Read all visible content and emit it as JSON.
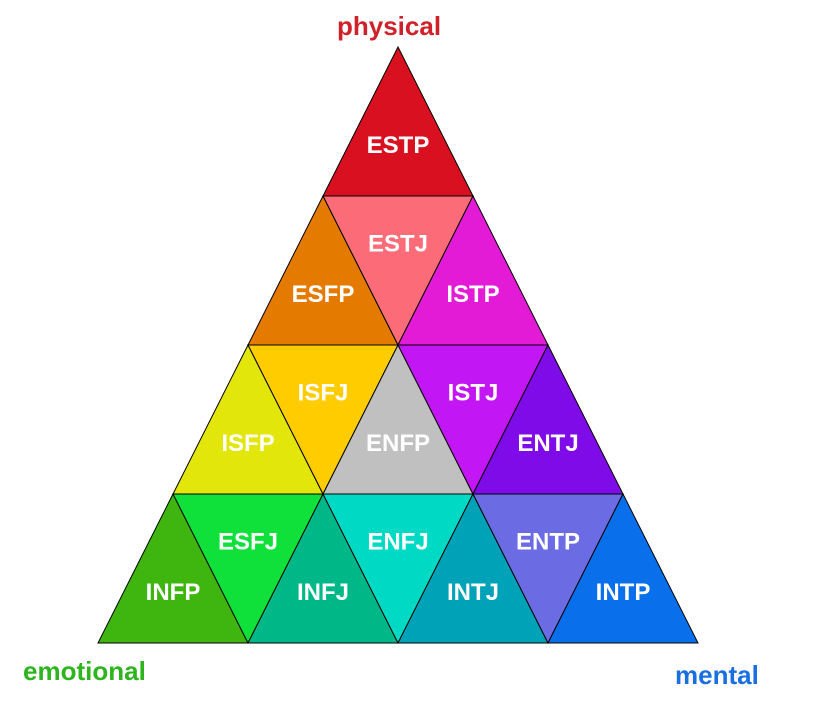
{
  "corners": {
    "top": {
      "label": "physical",
      "color": "#d0202a"
    },
    "left": {
      "label": "emotional",
      "color": "#2db41e"
    },
    "right": {
      "label": "mental",
      "color": "#1a6fe0"
    }
  },
  "stroke_color": "#000000",
  "cells": [
    {
      "label": "ESTP",
      "row": 0,
      "index": 0,
      "color": "#d81020"
    },
    {
      "label": "ESFP",
      "row": 1,
      "index": 0,
      "color": "#e57a00"
    },
    {
      "label": "ESTJ",
      "row": 1,
      "index": 1,
      "color": "#fb6b78"
    },
    {
      "label": "ISTP",
      "row": 1,
      "index": 2,
      "color": "#e31ad6"
    },
    {
      "label": "ISFP",
      "row": 2,
      "index": 0,
      "color": "#e2e60a"
    },
    {
      "label": "ISFJ",
      "row": 2,
      "index": 1,
      "color": "#ffcc00"
    },
    {
      "label": "ENFP",
      "row": 2,
      "index": 2,
      "color": "#c0c0c0"
    },
    {
      "label": "ISTJ",
      "row": 2,
      "index": 3,
      "color": "#c316f4"
    },
    {
      "label": "ENTJ",
      "row": 2,
      "index": 4,
      "color": "#7f0be8"
    },
    {
      "label": "INFP",
      "row": 3,
      "index": 0,
      "color": "#3fb50f"
    },
    {
      "label": "ESFJ",
      "row": 3,
      "index": 1,
      "color": "#0fe03a"
    },
    {
      "label": "INFJ",
      "row": 3,
      "index": 2,
      "color": "#00b887"
    },
    {
      "label": "ENFJ",
      "row": 3,
      "index": 3,
      "color": "#00d9c4"
    },
    {
      "label": "INTJ",
      "row": 3,
      "index": 4,
      "color": "#00a2b8"
    },
    {
      "label": "ENTP",
      "row": 3,
      "index": 5,
      "color": "#6b6be3"
    },
    {
      "label": "INTP",
      "row": 3,
      "index": 6,
      "color": "#0a6fea"
    }
  ]
}
